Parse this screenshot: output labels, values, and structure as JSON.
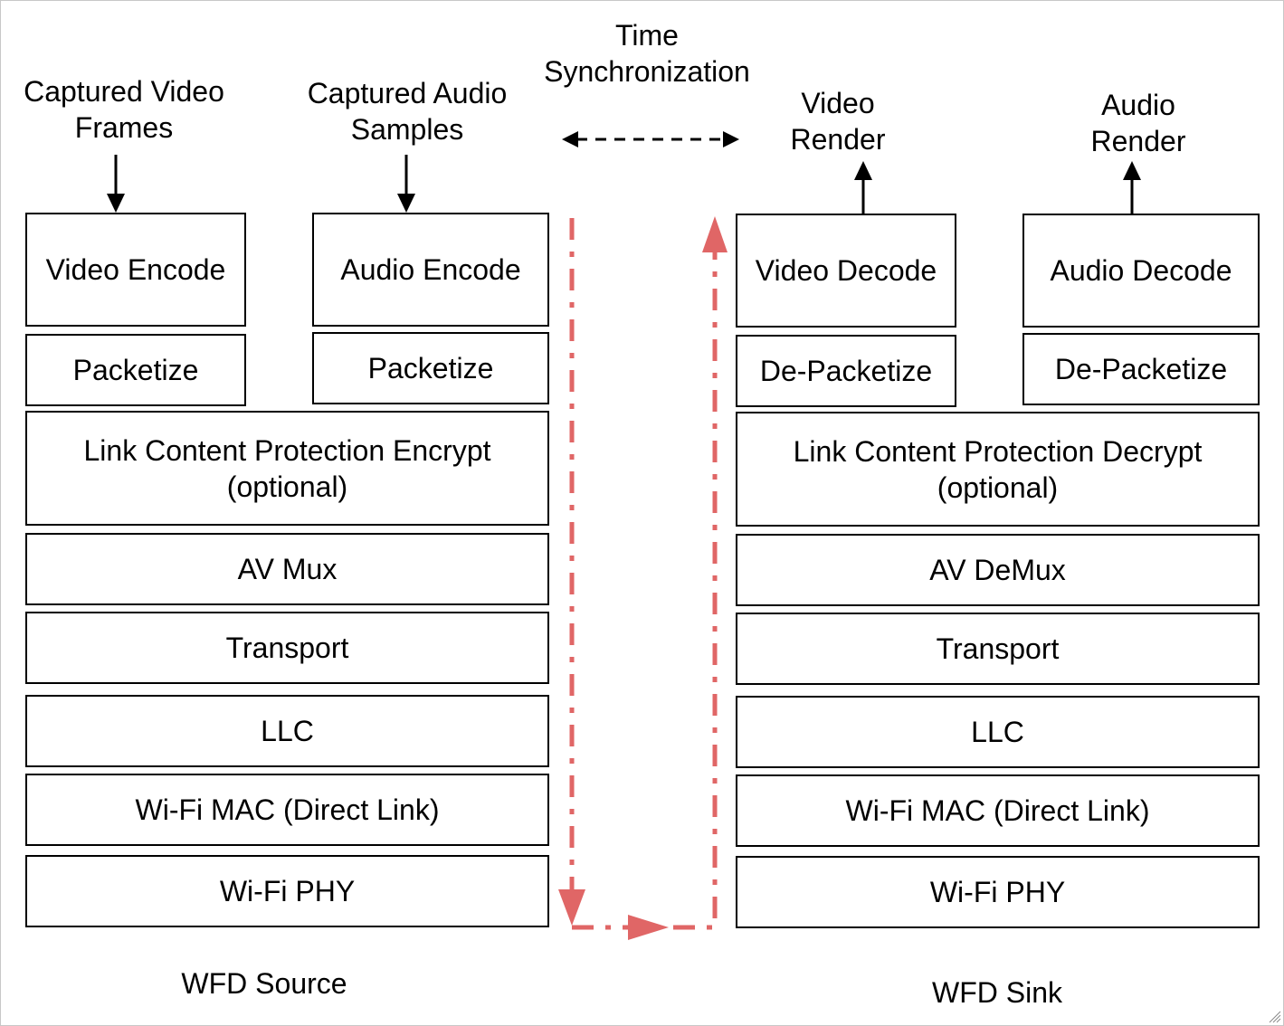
{
  "source": {
    "inputs": {
      "video_line1": "Captured Video",
      "video_line2": "Frames",
      "audio_line1": "Captured Audio",
      "audio_line2": "Samples"
    },
    "blocks": {
      "video_encode": "Video Encode",
      "audio_encode": "Audio Encode",
      "packetize_video": "Packetize",
      "packetize_audio": "Packetize",
      "lcp_line1": "Link Content Protection Encrypt",
      "lcp_line2": "(optional)",
      "av_mux": "AV Mux",
      "transport": "Transport",
      "llc": "LLC",
      "wifi_mac": "Wi-Fi MAC (Direct Link)",
      "wifi_phy": "Wi-Fi PHY"
    },
    "caption": "WFD Source"
  },
  "sink": {
    "outputs": {
      "video_line1": "Video",
      "video_line2": "Render",
      "audio_line1": "Audio",
      "audio_line2": "Render"
    },
    "blocks": {
      "video_decode": "Video Decode",
      "audio_decode": "Audio Decode",
      "depacketize_video": "De-Packetize",
      "depacketize_audio": "De-Packetize",
      "lcp_line1": "Link Content Protection Decrypt",
      "lcp_line2": "(optional)",
      "av_demux": "AV DeMux",
      "transport": "Transport",
      "llc": "LLC",
      "wifi_mac": "Wi-Fi MAC (Direct Link)",
      "wifi_phy": "Wi-Fi PHY"
    },
    "caption": "WFD Sink"
  },
  "time_sync": {
    "line1": "Time",
    "line2": "Synchronization"
  },
  "colors": {
    "data_path": "#e06666",
    "stroke": "#000000"
  }
}
